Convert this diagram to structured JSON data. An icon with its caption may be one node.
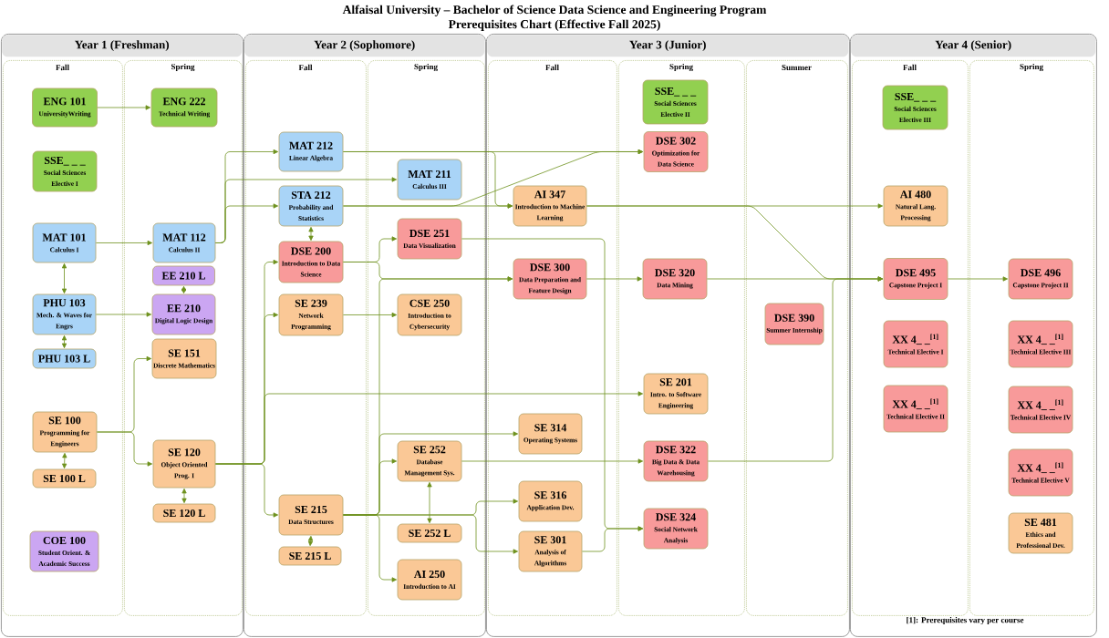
{
  "diagram": {
    "title": "Alfaisal University – Bachelor of Science Data Science and Engineering Program",
    "nodes": [
      {
        "text": [
          "Year 1 (Freshman)"
        ]
      },
      {
        "text": [
          "Fall"
        ],
        "in": 0
      },
      {
        "text": [
          "ENG 101",
          "UniversityWriting"
        ],
        "in": 1
      },
      {
        "text": [
          "SSE_ _ _",
          "Social Sciences Elective I"
        ],
        "in": 1
      },
      {
        "text": [
          "MAT 101",
          "Calculus I"
        ],
        "in": 1
      },
      {
        "text": [
          "PHU 103",
          "Mech. & Waves for Engrs"
        ],
        "in": 1
      },
      {
        "text": [
          "PHU 103 L"
        ],
        "in": 1
      },
      {
        "text": [
          "SE 100",
          "Programming for Engineers"
        ],
        "in": 1
      },
      {
        "text": [
          "SE 100 L"
        ],
        "in": 1
      },
      {
        "text": [
          "COE 100",
          "Student Orient. & Academic Success"
        ],
        "in": 1
      },
      {
        "text": [
          "Spring"
        ],
        "in": 0
      },
      {
        "text": [
          "ENG 222",
          "Technical Writing"
        ],
        "in": 10
      },
      {
        "text": [
          "MAT 112",
          "Calculus II"
        ],
        "in": 10
      },
      {
        "text": [
          "EE 210 L"
        ],
        "in": 10
      },
      {
        "text": [
          "EE 210",
          "Digital Logic Design"
        ],
        "in": 10
      },
      {
        "text": [
          "SE 151",
          "Discrete Mathematics"
        ],
        "in": 10
      },
      {
        "text": [
          "SE 120",
          "Object Oriented Prog. I"
        ],
        "in": 10
      },
      {
        "text": [
          "SE 120 L"
        ],
        "in": 10
      },
      {
        "text": [
          "Year 2 (Sophomore)"
        ]
      },
      {
        "text": [
          "Fall"
        ],
        "in": 18
      },
      {
        "text": [
          "MAT 212",
          "Linear Algebra"
        ],
        "in": 19
      },
      {
        "text": [
          "STA 212",
          "Probability and Statistics"
        ],
        "in": 19
      },
      {
        "text": [
          "DSE 200",
          "Introduction to Data Science"
        ],
        "in": 19
      },
      {
        "text": [
          "SE 239",
          "Network Programming"
        ],
        "in": 19
      },
      {
        "text": [
          "SE 215",
          "Data Structures"
        ],
        "in": 19
      },
      {
        "text": [
          "SE 215 L"
        ],
        "in": 19
      },
      {
        "text": [
          "Spring"
        ],
        "in": 18
      },
      {
        "text": [
          "MAT 211",
          "Calculus III"
        ],
        "in": 26
      },
      {
        "text": [
          "DSE 251",
          "Data Visualization"
        ],
        "in": 26
      },
      {
        "text": [
          "CSE 250",
          "Introduction to Cybersecurity"
        ],
        "in": 26
      },
      {
        "text": [
          "SE 252",
          "Database Management Sys."
        ],
        "in": 26
      },
      {
        "text": [
          "SE 252 L"
        ],
        "in": 26
      },
      {
        "text": [
          "AI 250",
          "Introduction to AI"
        ],
        "in": 26
      },
      {
        "text": [
          "Year 3 (Junior)"
        ]
      },
      {
        "text": [
          "Fall"
        ],
        "in": 33
      },
      {
        "text": [
          "AI 347",
          "Introduction to Machine Learning"
        ],
        "in": 34
      },
      {
        "text": [
          "DSE 300",
          "Data Preparation and Feature Design"
        ],
        "in": 34
      },
      {
        "text": [
          "SE 314",
          "Operating Systems"
        ],
        "in": 34
      },
      {
        "text": [
          "SE 316",
          "Application Dev."
        ],
        "in": 34
      },
      {
        "text": [
          "SE 301",
          "Analysis of Algorithms"
        ],
        "in": 34
      },
      {
        "text": [
          "Spring"
        ],
        "in": 33
      },
      {
        "text": [
          "SSE_ _ _",
          "Social Sciences Elective II"
        ],
        "in": 40
      },
      {
        "text": [
          "DSE 302",
          "Optimization for Data Science"
        ],
        "in": 40
      },
      {
        "text": [
          "DSE 320",
          "Data Mining"
        ],
        "in": 40
      },
      {
        "text": [
          "SE 201",
          "Intro. to Software Engineering"
        ],
        "in": 40
      },
      {
        "text": [
          "DSE 322",
          "Big Data & Data Warehousing"
        ],
        "in": 40
      },
      {
        "text": [
          "DSE 324",
          "Social Network Analysis"
        ],
        "in": 40
      },
      {
        "text": [
          "Summer"
        ],
        "in": 33
      },
      {
        "text": [
          "DSE 390",
          "Summer Internship"
        ],
        "in": 47
      },
      {
        "text": [
          "Year 4 (Senior)"
        ]
      },
      {
        "text": [
          "Fall"
        ],
        "in": 49
      },
      {
        "text": [
          "SSE_ _ _",
          "Social Sciences Elective III"
        ],
        "in": 50
      },
      {
        "text": [
          "AI 480",
          "Natural Lang. Processing"
        ],
        "in": 50
      },
      {
        "text": [
          "DSE 495",
          "Capstone Project I"
        ],
        "in": 50
      },
      {
        "text": [
          "XX 4_ _$^{[1]}$",
          "Technical Elective I"
        ],
        "in": 50
      },
      {
        "text": [
          "XX 4_ _$^{[1]}$",
          "Technical Elective II"
        ],
        "in": 50
      },
      {
        "text": [
          "Spring"
        ],
        "in": 49
      },
      {
        "text": [
          "DSE 496",
          "Capstone Project II"
        ],
        "in": 56
      },
      {
        "text": [
          "XX 4_ _$^{[1]}$",
          "Technical Elective III"
        ],
        "in": 56
      },
      {
        "text": [
          "XX 4_ _$^{[1]}$",
          "Technical Elective IV"
        ],
        "in": 56
      },
      {
        "text": [
          "XX 4_ _$^{[1]}$",
          "Technical Elective V"
        ],
        "in": 56
      },
      {
        "text": [
          "SE 481",
          "Ethics and Professional Dev."
        ],
        "in": 56
      }
    ],
    "edges": [
      {
        "from": 2,
        "to": 11,
        "arrow": "to"
      },
      {
        "from": 4,
        "to": 12,
        "arrow": "to"
      },
      {
        "from": 4,
        "to": 5,
        "arrow": "both"
      },
      {
        "from": 5,
        "to": 6,
        "arrow": "both"
      },
      {
        "from": 5,
        "to": 14,
        "arrow": "to"
      },
      {
        "from": 13,
        "to": 14,
        "arrow": "both"
      },
      {
        "from": 7,
        "to": 15,
        "arrow": "to"
      },
      {
        "from": 7,
        "to": 16,
        "arrow": "to"
      },
      {
        "from": 7,
        "to": 8,
        "arrow": "both"
      },
      {
        "from": 16,
        "to": 17,
        "arrow": "both"
      },
      {
        "from": 12,
        "to": 20,
        "arrow": "to"
      },
      {
        "from": 12,
        "to": 27,
        "arrow": "to"
      },
      {
        "from": 12,
        "to": 21,
        "arrow": "to"
      },
      {
        "from": 21,
        "to": 22,
        "arrow": "both"
      },
      {
        "from": 16,
        "to": 22,
        "arrow": "to"
      },
      {
        "from": 16,
        "to": 23,
        "arrow": "to"
      },
      {
        "from": 16,
        "to": 44,
        "arrow": "to"
      },
      {
        "from": 16,
        "to": 24,
        "arrow": "to"
      },
      {
        "from": 24,
        "to": 25,
        "arrow": "both"
      },
      {
        "from": 20,
        "to": 42,
        "arrow": "to"
      },
      {
        "from": 20,
        "to": 35,
        "arrow": "to"
      },
      {
        "from": 21,
        "to": 35,
        "arrow": "to"
      },
      {
        "from": 21,
        "to": 42,
        "arrow": "to"
      },
      {
        "from": 35,
        "to": 52,
        "arrow": "to"
      },
      {
        "from": 35,
        "to": 53,
        "arrow": "to"
      },
      {
        "from": 22,
        "to": 28,
        "arrow": "to"
      },
      {
        "from": 22,
        "to": 36,
        "arrow": "to"
      },
      {
        "from": 24,
        "to": 36,
        "arrow": "to"
      },
      {
        "from": 23,
        "to": 29,
        "arrow": "to"
      },
      {
        "from": 28,
        "to": 46,
        "arrow": "to"
      },
      {
        "from": 36,
        "to": 43,
        "arrow": "to"
      },
      {
        "from": 43,
        "to": 53,
        "arrow": "to"
      },
      {
        "from": 24,
        "to": 30,
        "arrow": "to"
      },
      {
        "from": 24,
        "to": 37,
        "arrow": "to"
      },
      {
        "from": 24,
        "to": 32,
        "arrow": "to"
      },
      {
        "from": 24,
        "to": 38,
        "arrow": "to"
      },
      {
        "from": 24,
        "to": 39,
        "arrow": "to"
      },
      {
        "from": 30,
        "to": 31,
        "arrow": "both"
      },
      {
        "from": 30,
        "to": 45,
        "arrow": "to"
      },
      {
        "from": 45,
        "to": 53,
        "arrow": "to"
      },
      {
        "from": 39,
        "to": 46,
        "arrow": "to"
      },
      {
        "from": 53,
        "to": 57,
        "arrow": "to"
      }
    ],
    "labels": [
      "Prerequisites Chart (Effective Fall 2025)",
      "[1]: Prerequisites vary per course"
    ]
  }
}
